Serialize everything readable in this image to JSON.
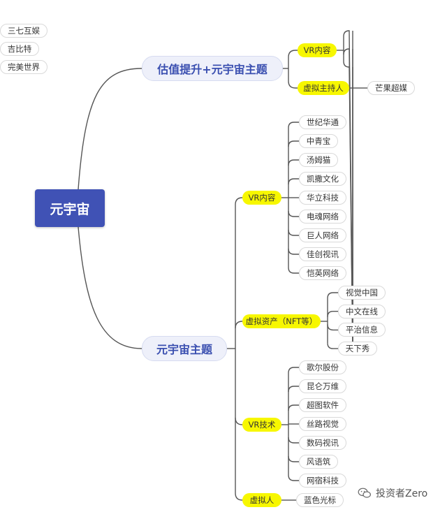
{
  "colors": {
    "root_bg": "#4052b5",
    "level1_bg": "#eef0fa",
    "level1_text": "#3a4fb0",
    "level2_bg": "#f7f700",
    "connector": "#555555"
  },
  "root": "元宇宙",
  "branches": [
    {
      "label": "估值提升+元宇宙主题",
      "children": [
        {
          "label": "VR内容",
          "items": [
            "三七互娱",
            "吉比特",
            "完美世界"
          ]
        },
        {
          "label": "虚拟主持人",
          "items": [
            "芒果超媒"
          ]
        }
      ]
    },
    {
      "label": "元宇宙主题",
      "children": [
        {
          "label": "VR内容",
          "items": [
            "世纪华通",
            "中青宝",
            "汤姆猫",
            "凯撒文化",
            "华立科技",
            "电魂网络",
            "巨人网络",
            "佳创视讯",
            "恺英网络"
          ]
        },
        {
          "label": "虚拟资产（NFT等）",
          "items": [
            "视觉中国",
            "中文在线",
            "平治信息",
            "天下秀"
          ]
        },
        {
          "label": "VR技术",
          "items": [
            "歌尔股份",
            "昆仑万维",
            "超图软件",
            "丝路视觉",
            "数码视讯",
            "风语筑",
            "网宿科技"
          ]
        },
        {
          "label": "虚拟人",
          "items": [
            "蓝色光标"
          ]
        }
      ]
    }
  ],
  "watermark": {
    "icon": "wechat-icon",
    "text": "投资者Zero"
  }
}
